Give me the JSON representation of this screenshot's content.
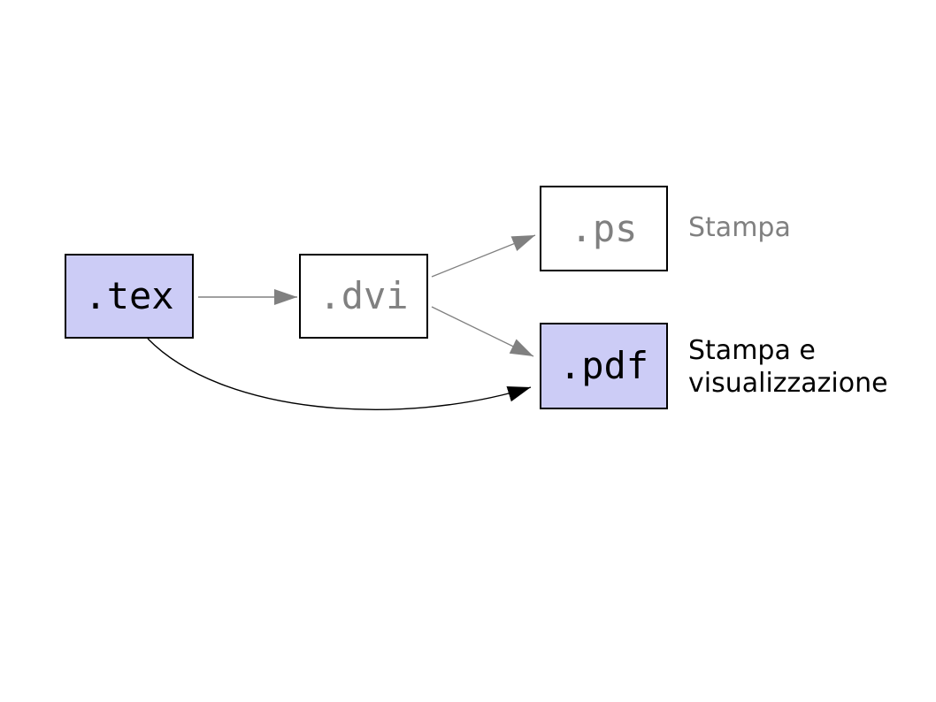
{
  "diagram": {
    "description": "LaTeX file conversion flow",
    "nodes": {
      "tex": {
        "label": ".tex",
        "style": "highlighted"
      },
      "dvi": {
        "label": ".dvi",
        "style": "plain"
      },
      "ps": {
        "label": ".ps",
        "style": "plain"
      },
      "pdf": {
        "label": ".pdf",
        "style": "highlighted"
      }
    },
    "annotations": {
      "ps": "Stampa",
      "pdf": "Stampa e visualizzazione"
    },
    "edges": [
      {
        "from": "tex",
        "to": "dvi",
        "color": "#808080",
        "shape": "straight"
      },
      {
        "from": "dvi",
        "to": "ps",
        "color": "#808080",
        "shape": "straight"
      },
      {
        "from": "dvi",
        "to": "pdf",
        "color": "#808080",
        "shape": "straight"
      },
      {
        "from": "tex",
        "to": "pdf",
        "color": "#000000",
        "shape": "curved"
      }
    ],
    "colors": {
      "highlight_fill": "#ccccf6",
      "plain_fill": "#ffffff",
      "node_border": "#000000",
      "gray": "#808080",
      "black": "#000000",
      "background": "#ffffff"
    }
  }
}
